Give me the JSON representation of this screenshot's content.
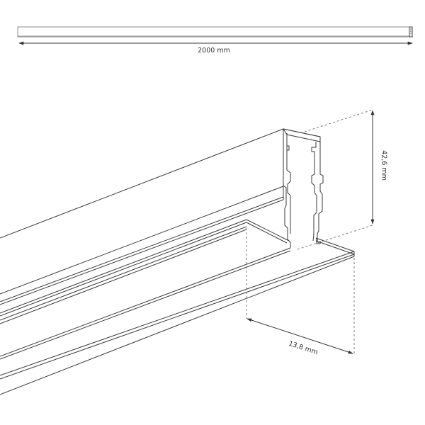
{
  "drawing": {
    "subject": "Recessed aluminium LED profile",
    "top_view": {
      "length_label": "2000 mm"
    },
    "isometric_view": {
      "height_label": "42,6 mm",
      "width_label": "13,8 mm"
    },
    "colors": {
      "line": "#3a3a3a",
      "dashed": "#6a6a6a",
      "background": "#ffffff"
    }
  }
}
